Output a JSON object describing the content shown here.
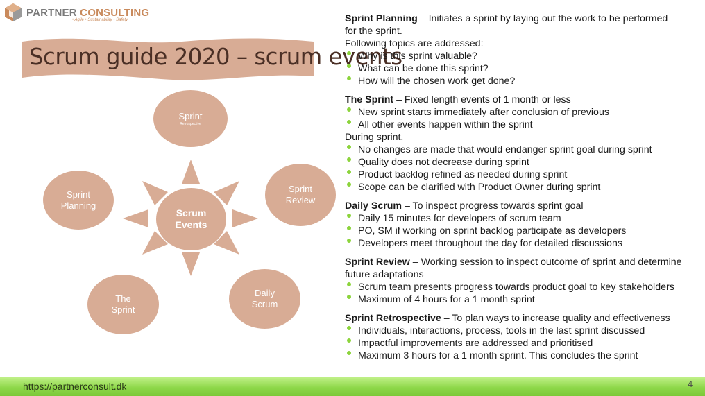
{
  "logo": {
    "name_part1": "PARTNER",
    "name_part2": "CONSULTING",
    "tagline": "• Agile • Sustainability • Safety",
    "icon": "cube-logo-icon"
  },
  "title": "Scrum guide 2020 – scrum events",
  "diagram": {
    "center": {
      "line1": "Scrum",
      "line2": "Events"
    },
    "events": [
      {
        "line1": "Sprint",
        "sub": "Retrospective"
      },
      {
        "line1": "Sprint",
        "line2": "Review"
      },
      {
        "line1": "Daily",
        "line2": "Scrum"
      },
      {
        "line1": "The",
        "line2": "Sprint"
      },
      {
        "line1": "Sprint",
        "line2": "Planning"
      }
    ],
    "colors": {
      "circle": "#d8ac95",
      "arrow": "#d8ac95",
      "banner": "#d8ac95"
    }
  },
  "sections": [
    {
      "heading": "Sprint Planning",
      "intro": " – Initiates a sprint by laying out the work to be performed",
      "intro_cont": "for the sprint.",
      "sub": "Following topics are addressed:",
      "bullets": [
        "Why is this sprint valuable?",
        "What can be done this sprint?",
        "How will the chosen work get done?"
      ]
    },
    {
      "heading": "The Sprint",
      "intro": " – Fixed length events of 1 month or less",
      "bullets": [
        "New sprint starts immediately after conclusion of previous",
        "All other events happen within the sprint"
      ],
      "sub": "During sprint,",
      "bullets2": [
        "No changes are made that would endanger sprint goal during sprint",
        "Quality does not decrease during sprint",
        "Product backlog refined as needed during sprint",
        "Scope can be clarified with Product Owner during sprint"
      ]
    },
    {
      "heading": "Daily Scrum",
      "intro": " – To inspect progress towards sprint goal",
      "bullets": [
        "Daily 15 minutes for developers of scrum team",
        "PO, SM if working on sprint backlog participate as developers",
        "Developers meet throughout the day for detailed discussions"
      ]
    },
    {
      "heading": "Sprint Review",
      "intro": " – Working session to inspect outcome of sprint and determine",
      "intro_cont": "future adaptations",
      "bullets": [
        "Scrum team presents progress towards product goal to key stakeholders",
        "Maximum of 4 hours for a 1 month sprint"
      ]
    },
    {
      "heading": "Sprint Retrospective",
      "intro": " – To plan ways to increase quality and effectiveness",
      "bullets": [
        "Individuals, interactions, process, tools in the last sprint discussed",
        "Impactful improvements are addressed and prioritised",
        "Maximum 3 hours for a 1 month sprint. This concludes the sprint"
      ]
    }
  ],
  "footer": {
    "url": "https://partnerconsult.dk",
    "page": "4",
    "color": "#8ed84a"
  },
  "bullet_color": "#8cd43c"
}
